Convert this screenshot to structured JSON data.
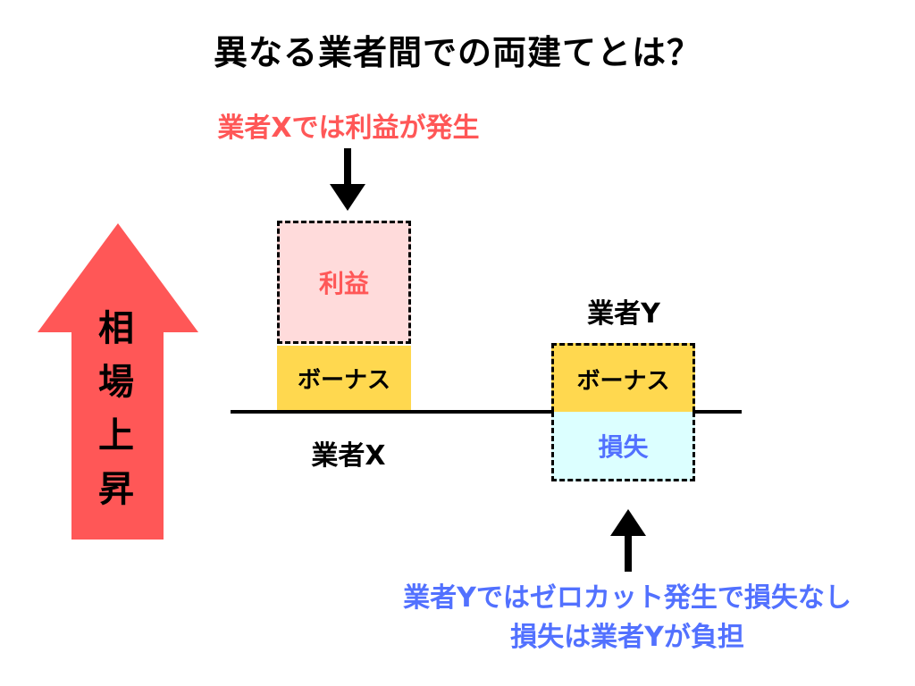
{
  "title": "異なる業者間での両建てとは？",
  "trend_label": [
    "相",
    "場",
    "上",
    "昇"
  ],
  "dealer_x": {
    "caption": "業者Xでは利益が発生",
    "profit_label": "利益",
    "bonus_label": "ボーナス",
    "name": "業者X"
  },
  "dealer_y": {
    "name": "業者Y",
    "bonus_label": "ボーナス",
    "loss_label": "損失",
    "caption_lines": [
      "業者Yではゼロカット発生で損失なし",
      "損失は業者Yが負担"
    ]
  },
  "colors": {
    "arrow_red": "#ff5757",
    "profit_fill": "#ffdbdb",
    "bonus_fill": "#ffd84f",
    "loss_fill": "#dcffff",
    "accent_blue": "#5271ff"
  }
}
